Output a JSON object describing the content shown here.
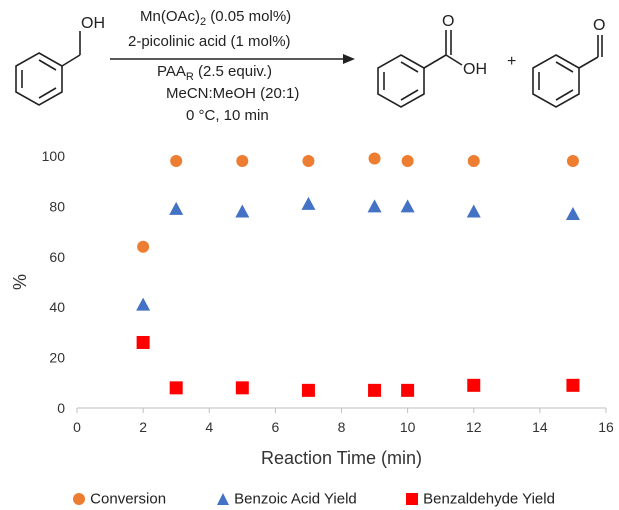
{
  "scheme": {
    "conditions": [
      {
        "main": "Mn(OAc)",
        "sub": "2",
        "rest": " (0.05 mol%)"
      },
      {
        "main": "2-picolinic acid (1 mol%)",
        "sub": "",
        "rest": ""
      },
      {
        "main": "PAA",
        "sub": "R",
        "rest": " (2.5 equiv.)"
      },
      {
        "main": "MeCN:MeOH (20:1)",
        "sub": "",
        "rest": ""
      },
      {
        "main": "0 °C, 10 min",
        "sub": "",
        "rest": ""
      }
    ],
    "reactant_group": "OH",
    "product_group": "OH",
    "product_o": "O",
    "aldehyde_o": "O",
    "plus": "+"
  },
  "chart_data": {
    "type": "scatter",
    "xlabel": "Reaction Time (min)",
    "ylabel": "%",
    "xlim": [
      0,
      16
    ],
    "ylim": [
      0,
      100
    ],
    "xticks": [
      0,
      2,
      4,
      6,
      8,
      10,
      12,
      14,
      16
    ],
    "yticks": [
      0,
      20,
      40,
      60,
      80,
      100
    ],
    "grid": false,
    "legend_position": "bottom",
    "series": [
      {
        "name": "Conversion",
        "marker": "circle",
        "color": "#ED7D31",
        "x": [
          2,
          3,
          5,
          7,
          9,
          10,
          12,
          15
        ],
        "y": [
          64,
          98,
          98,
          98,
          99,
          98,
          98,
          98
        ]
      },
      {
        "name": "Benzoic Acid Yield",
        "marker": "triangle",
        "color": "#4472C4",
        "x": [
          2,
          3,
          5,
          7,
          9,
          10,
          12,
          15
        ],
        "y": [
          41,
          79,
          78,
          81,
          80,
          80,
          78,
          77
        ]
      },
      {
        "name": "Benzaldehyde Yield",
        "marker": "square",
        "color": "#FF0000",
        "x": [
          2,
          3,
          5,
          7,
          9,
          10,
          12,
          15
        ],
        "y": [
          26,
          8,
          8,
          7,
          7,
          7,
          9,
          9
        ]
      }
    ]
  }
}
